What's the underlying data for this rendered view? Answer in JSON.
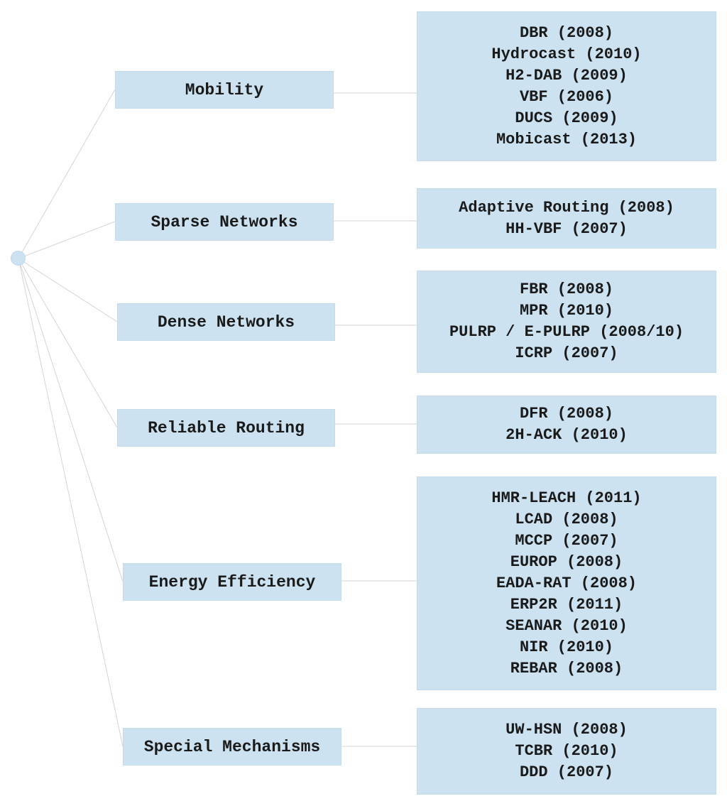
{
  "categories": [
    {
      "label": "Mobility",
      "protocols": [
        "DBR (2008)",
        "Hydrocast (2010)",
        "H2-DAB (2009)",
        "VBF (2006)",
        "DUCS (2009)",
        "Mobicast (2013)"
      ]
    },
    {
      "label": "Sparse Networks",
      "protocols": [
        "Adaptive Routing (2008)",
        "HH-VBF (2007)"
      ]
    },
    {
      "label": "Dense Networks",
      "protocols": [
        "FBR (2008)",
        "MPR (2010)",
        "PULRP / E-PULRP (2008/10)",
        "ICRP (2007)"
      ]
    },
    {
      "label": "Reliable Routing",
      "protocols": [
        "DFR (2008)",
        "2H-ACK (2010)"
      ]
    },
    {
      "label": "Energy Efficiency",
      "protocols": [
        "HMR-LEACH (2011)",
        "LCAD (2008)",
        "MCCP (2007)",
        "EUROP (2008)",
        "EADA-RAT (2008)",
        "ERP2R (2011)",
        "SEANAR (2010)",
        "NIR (2010)",
        "REBAR (2008)"
      ]
    },
    {
      "label": "Special Mechanisms",
      "protocols": [
        "UW-HSN (2008)",
        "TCBR (2010)",
        "DDD (2007)"
      ]
    }
  ],
  "colors": {
    "node_fill": "#cce2f1",
    "connector": "#d4d4d4",
    "text": "#1a1a1a"
  }
}
